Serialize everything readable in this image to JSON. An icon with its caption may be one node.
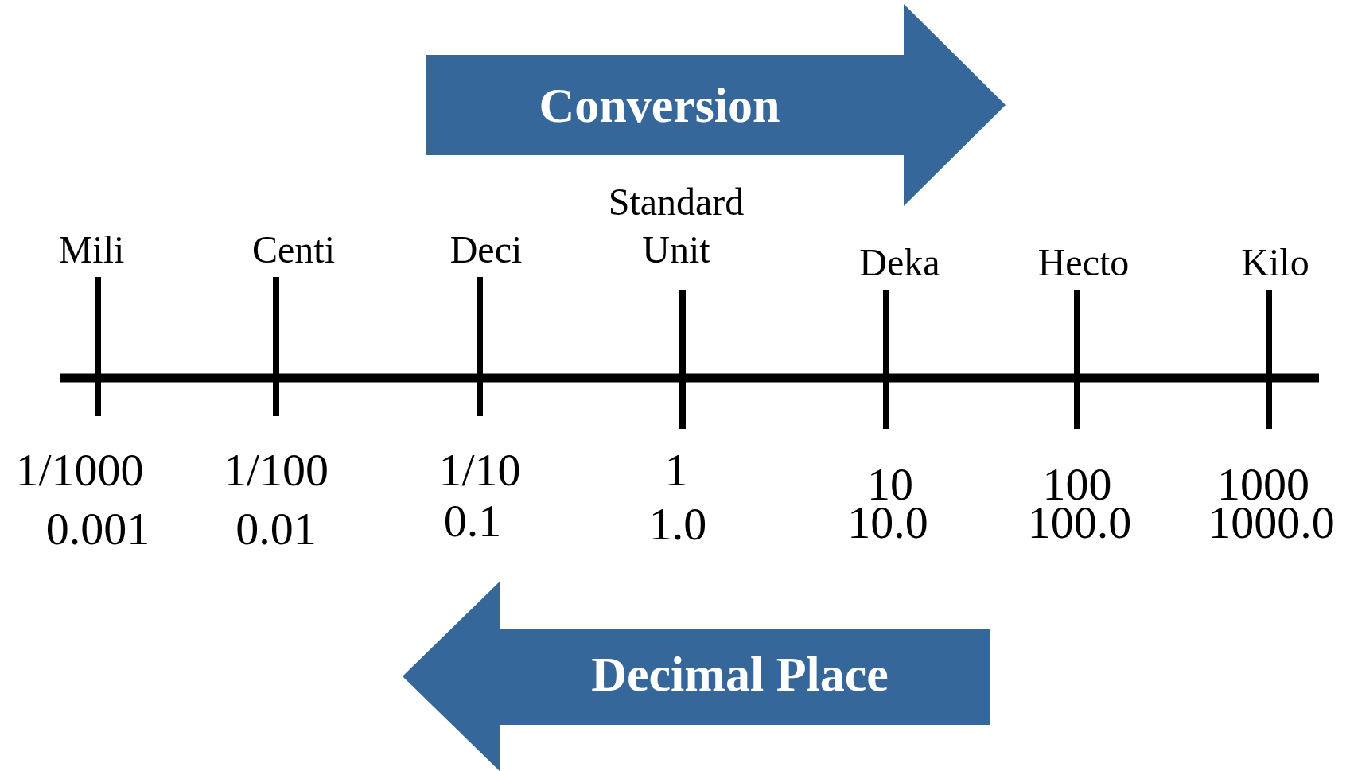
{
  "diagram": {
    "nodes": [
      {
        "text": [
          "Conversion"
        ]
      },
      {
        "text": [
          "Decimal Place"
        ]
      }
    ],
    "labels": [
      "Mili",
      "Centi",
      "Deci",
      "Standard Unit",
      "Deka",
      "Hecto",
      "Kilo",
      "1/1000",
      "1/100",
      "1/10",
      "1",
      "10",
      "100",
      "1000",
      "0.001",
      "0.01",
      "0.1",
      "1.0",
      "10.0",
      "100.0",
      "1000.0"
    ]
  }
}
